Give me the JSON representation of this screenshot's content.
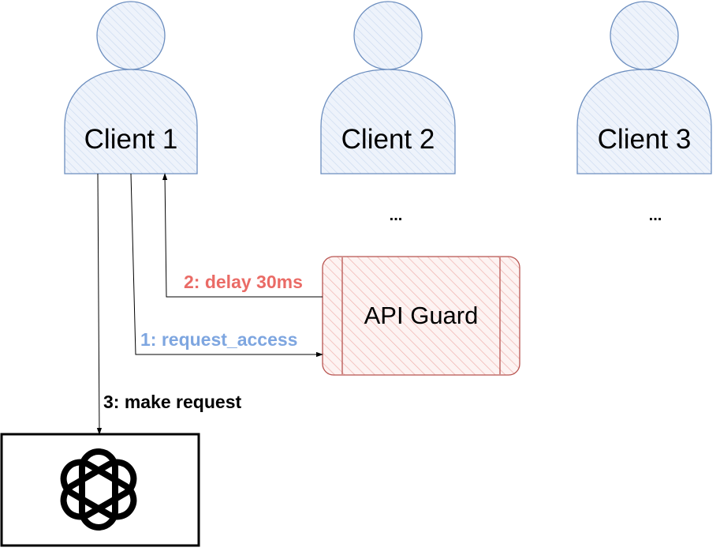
{
  "clients": [
    {
      "label": "Client 1"
    },
    {
      "label": "Client 2"
    },
    {
      "label": "Client 3"
    }
  ],
  "ellipses": [
    "...",
    "..."
  ],
  "api_guard": {
    "label": "API Guard"
  },
  "edges": {
    "request_access": "1: request_access",
    "delay": "2: delay 30ms",
    "make_request": "3: make request"
  },
  "colors": {
    "client_fill": "#dae8fc",
    "client_stroke": "#6c8ebf",
    "guard_fill": "#f8cecc",
    "guard_stroke": "#b85450",
    "request_label": "#7ea6e0",
    "delay_label": "#ea6b66",
    "make_request_label": "#000000"
  },
  "service_icon": "openai-logo-icon"
}
